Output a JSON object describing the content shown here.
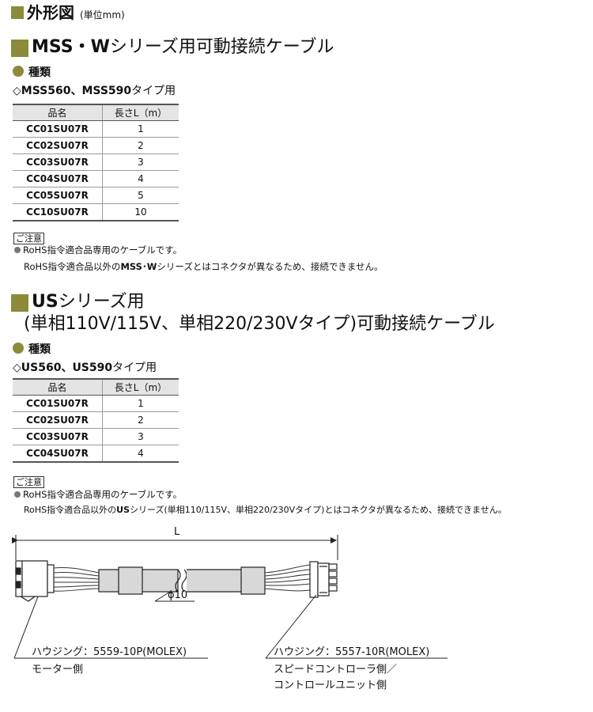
{
  "title": {
    "main": "外形図",
    "unit": "(単位mm)"
  },
  "sections": [
    {
      "title_bold": "MSS・W",
      "title_rest": "シリーズ用可動接続ケーブル",
      "kind_label": "種類",
      "type_bold": "◇MSS560、MSS590",
      "type_rest": "タイプ用",
      "table": {
        "headers": [
          "品名",
          "長さL（m）"
        ],
        "rows": [
          [
            "CC01SU07R",
            "1"
          ],
          [
            "CC02SU07R",
            "2"
          ],
          [
            "CC03SU07R",
            "3"
          ],
          [
            "CC04SU07R",
            "4"
          ],
          [
            "CC05SU07R",
            "5"
          ],
          [
            "CC10SU07R",
            "10"
          ]
        ]
      },
      "note_tag": "ご注意",
      "note_line1": "RoHS指令適合品専用のケーブルです。",
      "note_line2_pre": "RoHS指令適合品以外の",
      "note_line2_bold": "MSS･W",
      "note_line2_post": "シリーズとはコネクタが異なるため、接続できません。"
    },
    {
      "title_bold": "US",
      "title_rest": "シリーズ用",
      "title_line2": "(単相110V/115V、単相220/230Vタイプ)可動接続ケーブル",
      "kind_label": "種類",
      "type_bold": "◇US560、US590",
      "type_rest": "タイプ用",
      "table": {
        "headers": [
          "品名",
          "長さL（m）"
        ],
        "rows": [
          [
            "CC01SU07R",
            "1"
          ],
          [
            "CC02SU07R",
            "2"
          ],
          [
            "CC03SU07R",
            "3"
          ],
          [
            "CC04SU07R",
            "4"
          ]
        ]
      },
      "note_tag": "ご注意",
      "note_line1": "RoHS指令適合品専用のケーブルです。",
      "note_line2_pre": "RoHS指令適合品以外の",
      "note_line2_bold": "US",
      "note_line2_post": "シリーズ(単相110/115V、単相220/230Vタイプ)とはコネクタが異なるため、接続できません。"
    }
  ],
  "diagram": {
    "length_label": "L",
    "diameter_label": "ϕ10",
    "left_housing": "ハウジング：5559-10P(MOLEX)",
    "left_side": "モーター側",
    "right_housing": "ハウジング：5557-10R(MOLEX)",
    "right_side_1": "スピードコントローラ側／",
    "right_side_2": "コントロールユニット側"
  }
}
